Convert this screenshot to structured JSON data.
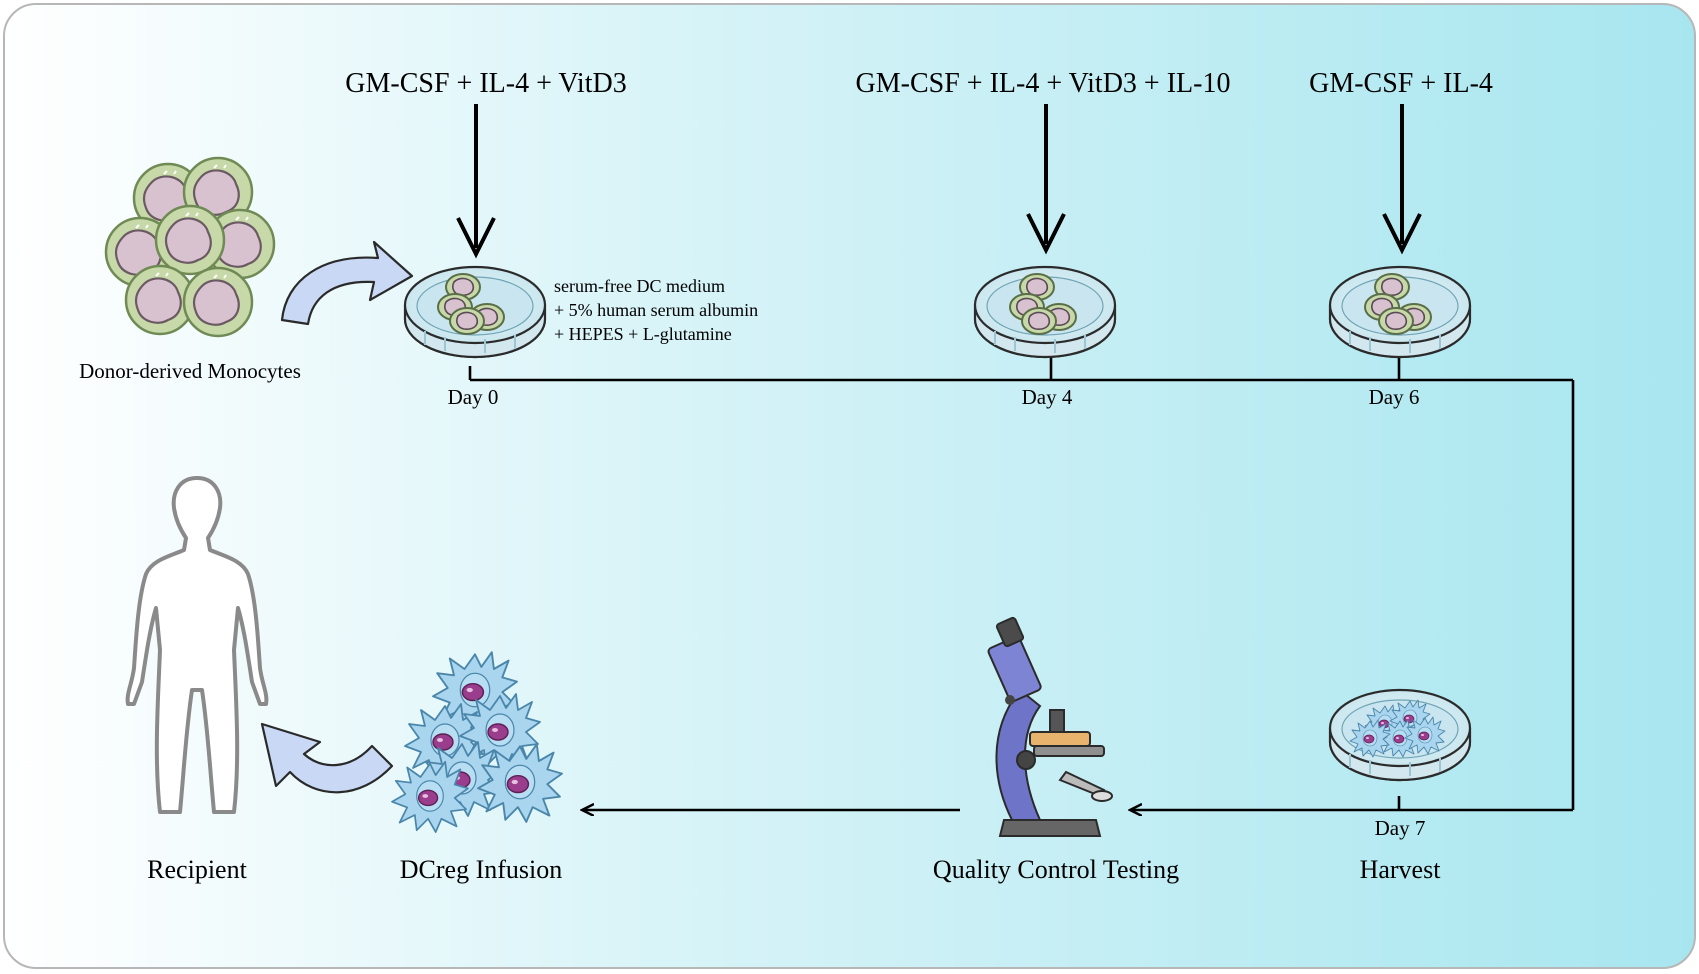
{
  "stimuli": {
    "day0": "GM-CSF + IL-4 + VitD3",
    "day4": "GM-CSF + IL-4 + VitD3 + IL-10",
    "day6": "GM-CSF + IL-4"
  },
  "monocytes_label": "Donor-derived Monocytes",
  "medium_lines": [
    "serum-free DC medium",
    "+ 5% human serum albumin",
    "+ HEPES + L-glutamine"
  ],
  "days": {
    "day0": "Day 0",
    "day4": "Day 4",
    "day6": "Day 6",
    "day7": "Day 7"
  },
  "steps": {
    "recipient": "Recipient",
    "infusion": "DCreg Infusion",
    "qc": "Quality Control Testing",
    "harvest": "Harvest"
  },
  "colors": {
    "bg_left": "#ffffff",
    "bg_mid": "#d9f4f8",
    "bg_right": "#a8e6ef",
    "frame": "#b7b7b7",
    "line": "#000000",
    "mono_outer": "#c7d9a8",
    "mono_nucleus": "#d9c2cf",
    "dc_body": "#a9d5ef",
    "dc_nucleus": "#9a3d8c",
    "curved_arrow": "#c9d8f5",
    "human": "#8a8a8a"
  }
}
